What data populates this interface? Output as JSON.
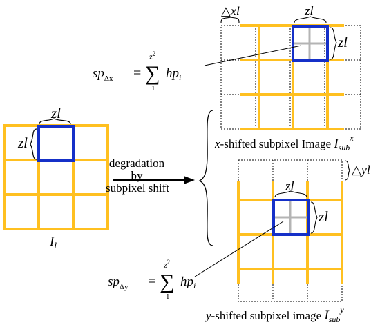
{
  "colors": {
    "grid": "#FFC020",
    "highlight": "#1530C8",
    "subgrid": "#B4B4B4",
    "ink": "#000000",
    "background": "#FFFFFF"
  },
  "left_image": {
    "label_main": "I",
    "label_sub": "l",
    "zl_top": "zl",
    "zl_side": "zl"
  },
  "arrow": {
    "line1": "degradation",
    "line2": "by",
    "line3": "subpixel shift"
  },
  "x_shift": {
    "delta_label": "△xl",
    "zl_top": "zl",
    "zl_side": "zl",
    "formula": {
      "lhs_main": "sp",
      "lhs_sub": "Δx",
      "equals": "=",
      "sigma": "∑",
      "upper": "z",
      "upper_exp": "2",
      "lower": "1",
      "term_main": "hp",
      "term_sub": "i"
    },
    "caption": {
      "var": "x",
      "text": "-shifted subpixel Image ",
      "I": "I",
      "sub": "sub",
      "sup": "x"
    }
  },
  "y_shift": {
    "delta_label": "△yl",
    "zl_top": "zl",
    "zl_side": "zl",
    "formula": {
      "lhs_main": "sp",
      "lhs_sub": "Δy",
      "equals": "=",
      "sigma": "∑",
      "upper": "z",
      "upper_exp": "2",
      "lower": "1",
      "term_main": "hp",
      "term_sub": "i"
    },
    "caption": {
      "var": "y",
      "text": "-shifted subpixel image ",
      "I": "I",
      "sub": "sub",
      "sup": "y"
    }
  }
}
